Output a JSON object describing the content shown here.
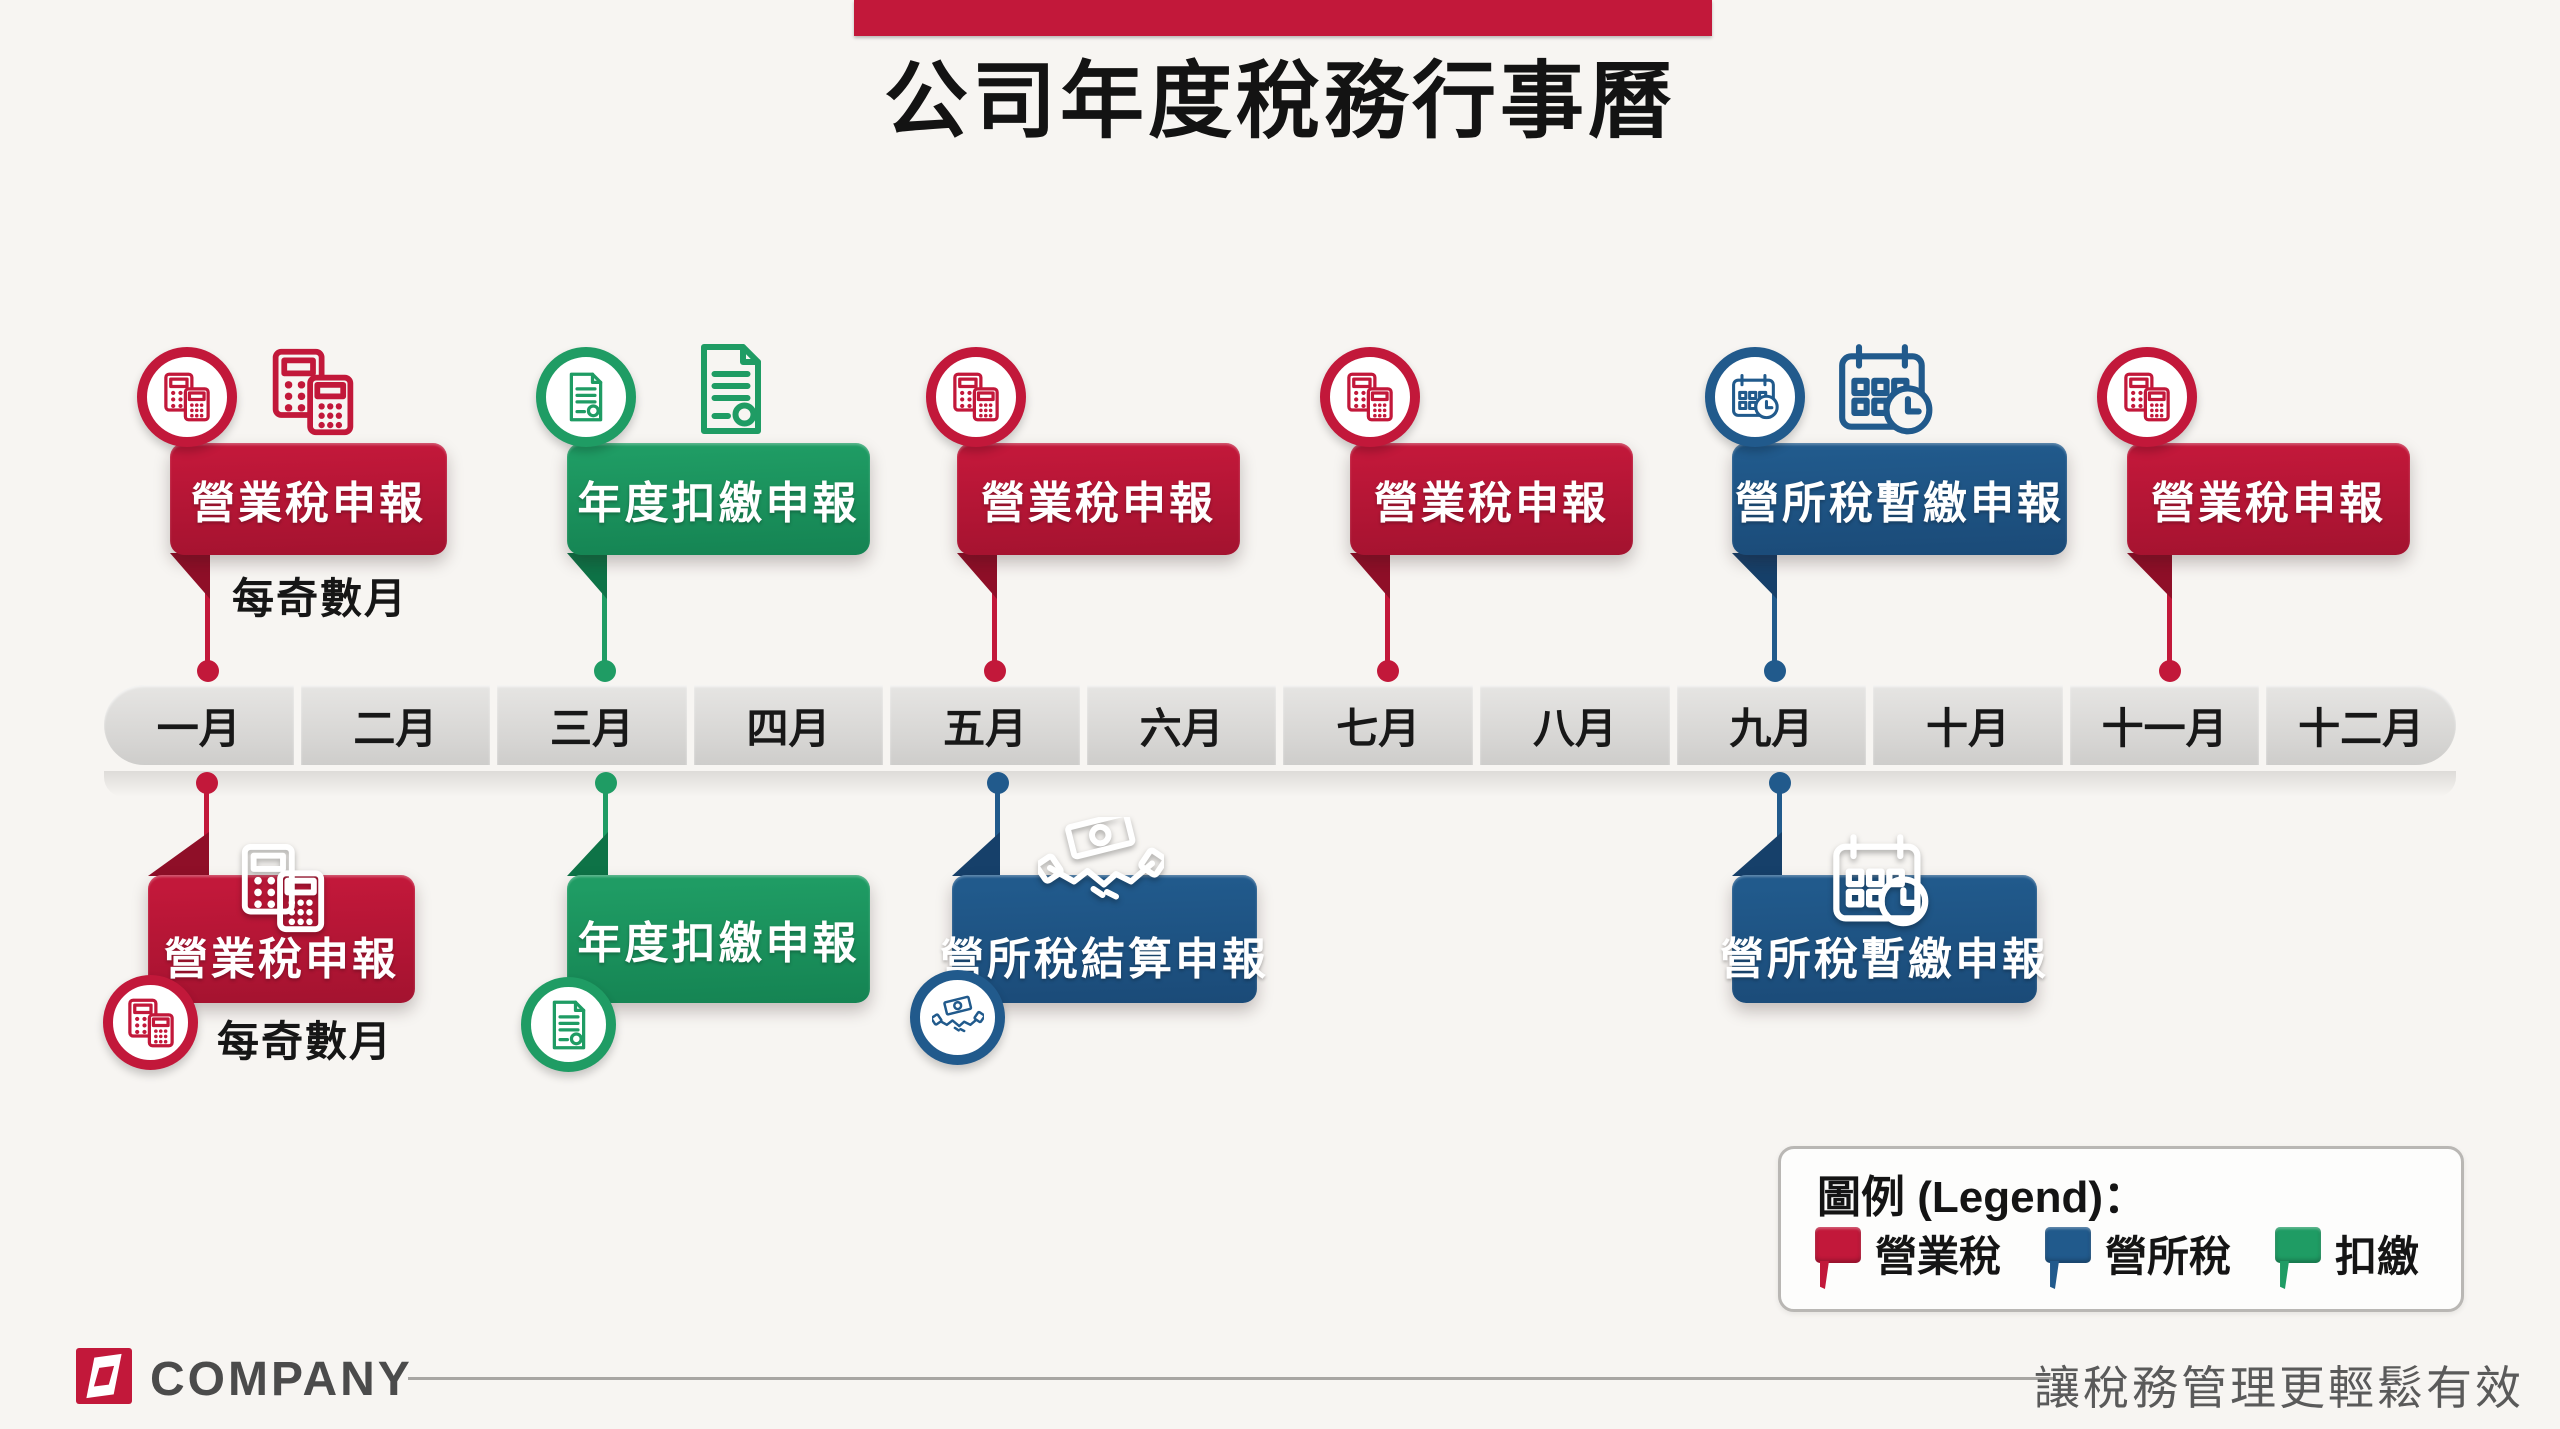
{
  "palette": {
    "red": "#c2183a",
    "red_dark": "#8f0f28",
    "green": "#1f9c64",
    "green_dark": "#0e7347",
    "blue": "#215a8c",
    "blue_dark": "#16406a",
    "timeline_gray": "#d9d8d6",
    "background": "#f7f5f2"
  },
  "header": {
    "title": "公司年度稅務行事曆"
  },
  "timeline": {
    "months": [
      "一月",
      "二月",
      "三月",
      "四月",
      "五月",
      "六月",
      "七月",
      "八月",
      "九月",
      "十月",
      "十一月",
      "十二月"
    ]
  },
  "markers": {
    "jan_top": {
      "month": "一月",
      "label": "營業稅申報",
      "caption": "每奇數月",
      "color": "#c2183a",
      "icon": "calculator-icon"
    },
    "mar_top": {
      "month": "三月",
      "label": "年度扣繳申報",
      "color": "#1f9c64",
      "icon": "document-icon"
    },
    "may_top": {
      "month": "五月",
      "label": "營業稅申報",
      "color": "#c2183a",
      "icon": "calculator-icon"
    },
    "jul_top": {
      "month": "七月",
      "label": "營業稅申報",
      "color": "#c2183a",
      "icon": "calculator-icon"
    },
    "sep_top": {
      "month": "九月",
      "label": "營所稅暫繳申報",
      "color": "#215a8c",
      "icon": "calendar-clock-icon"
    },
    "nov_top": {
      "month": "十一月",
      "label": "營業稅申報",
      "color": "#c2183a",
      "icon": "calculator-icon"
    },
    "jan_bottom": {
      "month": "一月",
      "label": "營業稅申報",
      "caption": "每奇數月",
      "color": "#c2183a",
      "icon": "calculator-icon"
    },
    "mar_bottom": {
      "month": "三月",
      "label": "年度扣繳申報",
      "color": "#1f9c64",
      "icon": "document-icon"
    },
    "may_bottom": {
      "month": "五月",
      "label": "營所稅結算申報",
      "color": "#215a8c",
      "icon": "handshake-money-icon"
    },
    "sep_bottom": {
      "month": "九月",
      "label": "營所稅暫繳申報",
      "color": "#215a8c",
      "icon": "calendar-clock-icon"
    }
  },
  "legend": {
    "title": "圖例 (Legend)：",
    "items": [
      {
        "label": "營業稅",
        "color": "#c2183a",
        "color_dark": "#8f0f28"
      },
      {
        "label": "營所稅",
        "color": "#215a8c",
        "color_dark": "#16406a"
      },
      {
        "label": "扣繳",
        "color": "#1f9c64",
        "color_dark": "#0e7347"
      }
    ]
  },
  "footer": {
    "company": "COMPANY",
    "tagline": "讓稅務管理更輕鬆有效"
  },
  "icons": [
    "calculator-icon",
    "document-icon",
    "calendar-clock-icon",
    "handshake-money-icon",
    "flag-icon",
    "company-logo"
  ]
}
